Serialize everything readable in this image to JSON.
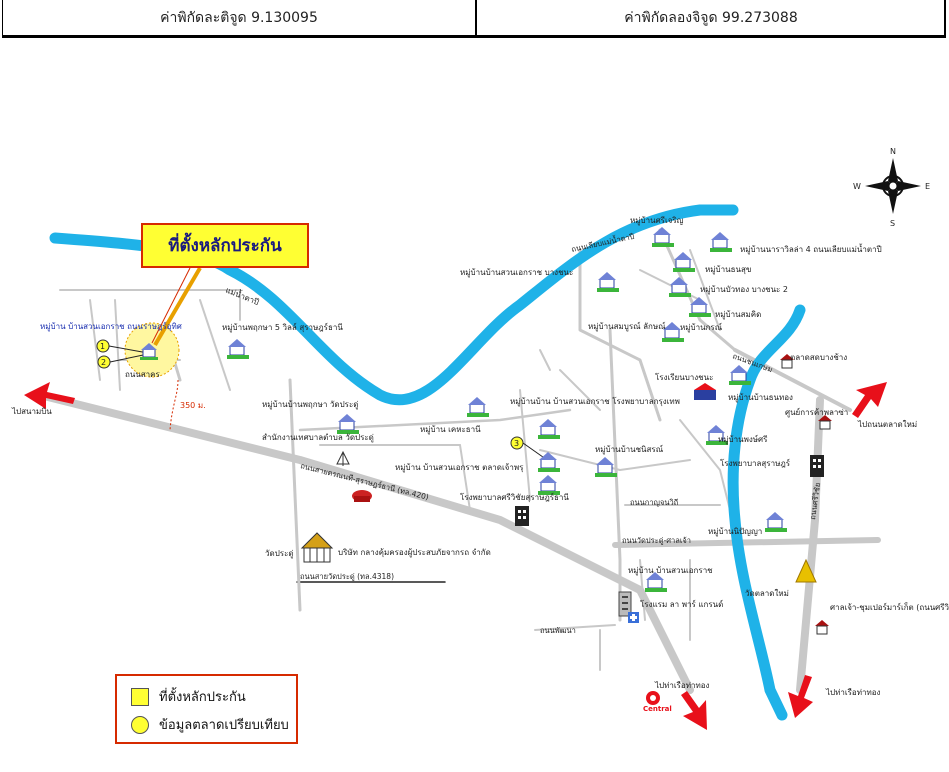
{
  "coordinates": {
    "latitude_text": "ค่าพิกัดละติจูด 9.130095",
    "longitude_text": "ค่าพิกัดลองจิจูด 99.273088"
  },
  "compass": {
    "n": "N",
    "s": "S",
    "e": "E",
    "w": "W"
  },
  "callout": {
    "title": "ที่ตั้งหลักประกัน"
  },
  "markers": {
    "one": "1",
    "two": "2",
    "three": "3"
  },
  "labels": {
    "river_name": "แม่น้ำตาปี",
    "site_village": "หมู่บ้าน บ้านสวนเอกราช ถนนราษฎร์อุทิศ",
    "site_road": "ถนนสาคร",
    "dist_text": "350 ม.",
    "village_a": "หมู่บ้านพฤกษา 5 วิลล์ สุราษฎร์ธานี",
    "village_b": "หมู่บ้านบ้านพฤกษา วัดประดู่",
    "office": "สำนักงานเทศบาลตำบล วัดประดู่",
    "village_c": "หมู่บ้าน เคหะธานี",
    "village_d": "หมู่บ้าน บ้านสวนเอกราช ตลาดเจ้าพรุ",
    "hospital": "โรงพยาบาลศรีวิชัยสุราษฎร์ธานี",
    "main_road": "ถนนสายตรณนที-สุราษฎร์ธานี (ทล.420)",
    "to_bangkok_west": "ไปสนามบิน",
    "wat_pradu": "วัดประดู่",
    "company": "บริษัท กลางคุ้มครองผู้ประสบภัยจากรถ จำกัด",
    "road_4318": "ถนนสายวัดประดู่ (ทล.4318)",
    "village_e": "หมู่บ้านบ้านสวนเอกราช บางชนะ",
    "village_f": "หมู่บ้านบ้าน บ้านสวนเอกราช โรงพยาบาลกรุงเทพ",
    "village_g": "หมู่บ้านบ้านชนิสรณ์",
    "road_top": "ถนนเลียบแม่น้ำตาปี",
    "village_h": "หมู่บ้านศรีเจริญ",
    "village_i": "หมู่บ้านนาราวิลล่า 4 ถนนเลียบแม่น้ำตาปี",
    "village_j": "หมู่บ้านธนสุข",
    "village_k": "หมู่บ้านบัวทอง บางชนะ 2",
    "village_l": "หมู่บ้านสมคิด",
    "village_m": "หมู่บ้านสมบูรณ์ ลักษณ์",
    "village_n": "หมู่บ้านกรณ์",
    "school": "โรงเรียนบางชนะ",
    "road_mid": "ถนนชนเกษม",
    "market": "ตลาดสดบางช้าง",
    "temple_top": "ศูนย์การค้าพลาซ่า",
    "to_taladmai": "ไปถนนตลาดใหม่",
    "village_o": "หมู่บ้านบ้านธนทอง",
    "village_p": "หมู่บ้านพงษ์ศรี",
    "hospital2": "โรงพยาบาลสุราษฎร์",
    "road_sri": "ถนนศรีวิชัย",
    "road_kan": "ถนนกาญจนวิถี",
    "village_q": "หมู่บ้านนิปัญญา",
    "road_watpradu": "ถนนวัดประดู่-ศาลเจ้า",
    "village_r": "หมู่บ้าน บ้านสวนเอกราช",
    "hotel": "โรงแรม ลา พาร์ แกรนด์",
    "road_phop": "ถนนพัฒนา",
    "wat_mai": "วัดตลาดใหม่",
    "super": "ศาลเจ้า-ชุมเปอร์มาร์เก็ต (ถนนศรีวิชัย)",
    "to_pier_left": "ไปท่าเรือท่าทอง",
    "to_pier_right": "ไปท่าเรือท่าทอง",
    "central": "Central"
  },
  "legend": {
    "item_square": "ที่ตั้งหลักประกัน",
    "item_circle": "ข้อมูลตลาดเปรียบเทียบ"
  },
  "colors": {
    "river": "#1fb2e8",
    "road": "#c8c8c8",
    "arrow": "#e8101a",
    "highlight": "#ffff33",
    "border": "#d62a00"
  }
}
